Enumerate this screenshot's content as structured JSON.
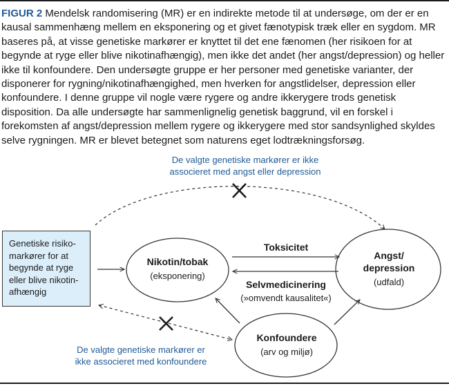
{
  "figure": {
    "label": "FIGUR 2",
    "caption": "Mendelsk randomisering (MR) er en indirekte metode til at undersøge, om der er en kausal sammenhæng mellem en eksponering og et givet fænotypisk træk eller en sygdom. MR baseres på, at visse genetiske markører er knyttet til det ene fænomen (her risikoen for at begynde at ryge eller blive nikotinafhængig), men ikke det andet (her angst/depression) og heller ikke til konfoundere. Den undersøgte gruppe er her personer med genetiske varianter, der disponerer for rygning/nikotinafhængighed, men hverken for angstlidelser, depression eller konfoundere. I denne gruppe vil nogle være rygere og andre ikkerygere trods genetisk disposition. Da alle undersøgte har sammenlignelig genetisk baggrund, vil en forskel i forekomsten af angst/depression mellem rygere og ikkerygere med stor sandsynlighed skyldes selve rygningen. MR er blevet betegnet som naturens eget lodtrækningsforsøg."
  },
  "diagram": {
    "top_note": [
      "De valgte genetiske markører er ikke",
      "associeret med angst eller depression"
    ],
    "bottom_note": [
      "De valgte genetiske markører er",
      "ikke associeret med konfoundere"
    ],
    "risk_box": [
      "Genetiske risiko-",
      "markører for at",
      "begynde at ryge",
      "eller blive nikotin-",
      "afhængig"
    ],
    "exposure": {
      "title": "Nikotin/tobak",
      "subtitle": "(eksponering)"
    },
    "outcome": {
      "title_line1": "Angst/",
      "title_line2": "depression",
      "subtitle": "(udfald)"
    },
    "confounders": {
      "title": "Konfoundere",
      "subtitle": "(arv og miljø)"
    },
    "arrow_forward_label": "Toksicitet",
    "arrow_back_label": "Selvmedicinering",
    "arrow_back_sublabel": "(»omvendt kausalitet«)",
    "colors": {
      "accent": "#1f5a96",
      "box_fill": "#dbeefa",
      "text": "#1a1a1a",
      "line": "#333333"
    },
    "icons": [
      "cross-mark-icon",
      "cross-mark-icon"
    ]
  }
}
